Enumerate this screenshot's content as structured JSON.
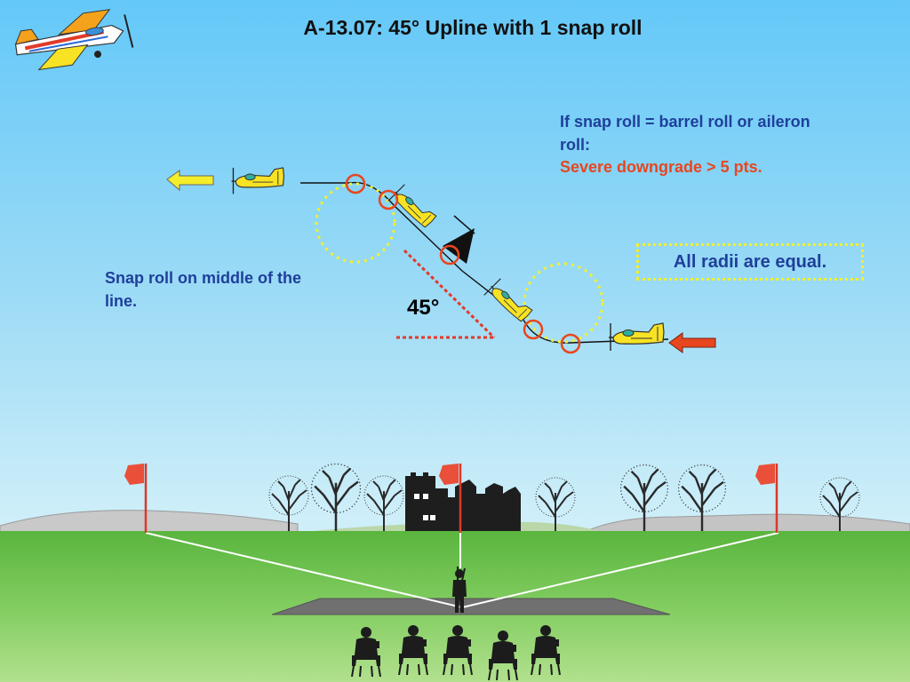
{
  "title": "A-13.07: 45° Upline with 1 snap roll",
  "notes": {
    "snap_condition": "If snap roll = barrel roll or aileron roll:",
    "downgrade": "Severe downgrade > 5 pts.",
    "radii": "All radii are equal.",
    "middle": "Snap roll on middle of the line.",
    "angle": "45°"
  },
  "colors": {
    "sky_top": "#64c8f8",
    "grass": "#5cb840",
    "plane_yellow": "#f7e224",
    "exit_arrow": "#f4ee2a",
    "entry_arrow": "#e8461e",
    "marker_circle": "#e8461e",
    "text_blue": "#1f3f9a",
    "text_red": "#e8461e"
  }
}
